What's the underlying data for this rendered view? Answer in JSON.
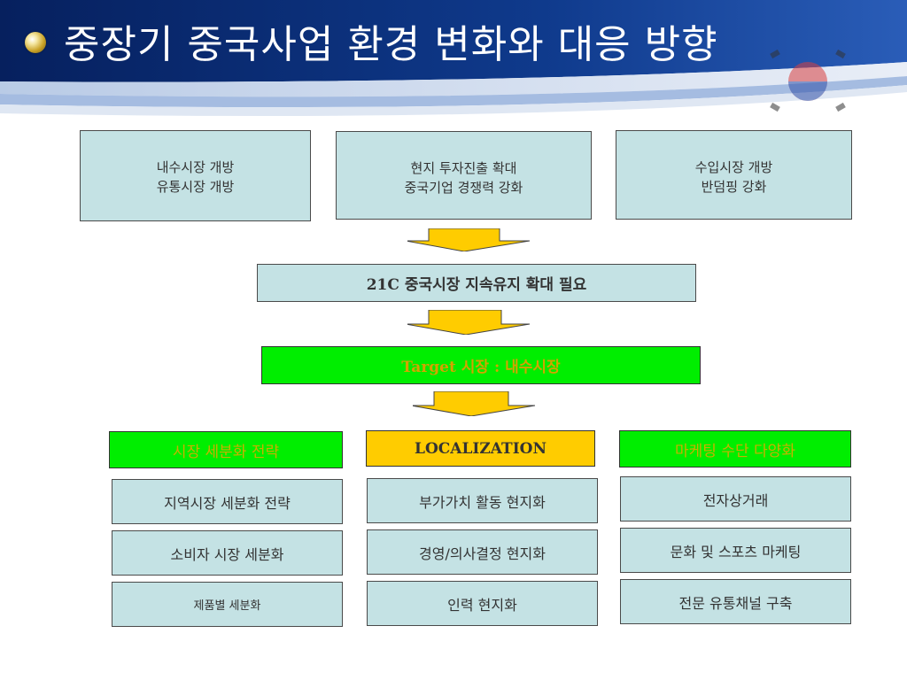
{
  "header": {
    "title": "중장기 중국사업 환경 변화와 대응 방향"
  },
  "top_row": [
    {
      "lines": [
        "내수시장 개방",
        "유통시장 개방"
      ]
    },
    {
      "lines": [
        "현지 투자진출 확대",
        "중국기업 경쟁력 강화"
      ]
    },
    {
      "lines": [
        "수입시장 개방",
        "반덤핑 강화"
      ]
    }
  ],
  "need": "21C 중국시장 지속유지 확대 필요",
  "target": "Target 시장 : 내수시장",
  "strategies": [
    {
      "title": "시장 세분화 전략",
      "items": [
        "지역시장 세분화 전략",
        "소비자 시장 세분화",
        "제품별 세분화"
      ]
    },
    {
      "title": "LOCALIZATION",
      "items": [
        "부가가치 활동 현지화",
        "경영/의사결정 현지화",
        "인력 현지화"
      ]
    },
    {
      "title": "마케팅 수단 다양화",
      "items": [
        "전자상거래",
        "문화 및 스포츠 마케팅",
        "전문 유통채널 구축"
      ]
    }
  ],
  "colors": {
    "header_blue": "#0b2a6e",
    "box_cyan": "#c4e2e4",
    "box_green": "#00ee00",
    "box_gold": "#ffcc00",
    "arrow_fill": "#ffcc00"
  }
}
